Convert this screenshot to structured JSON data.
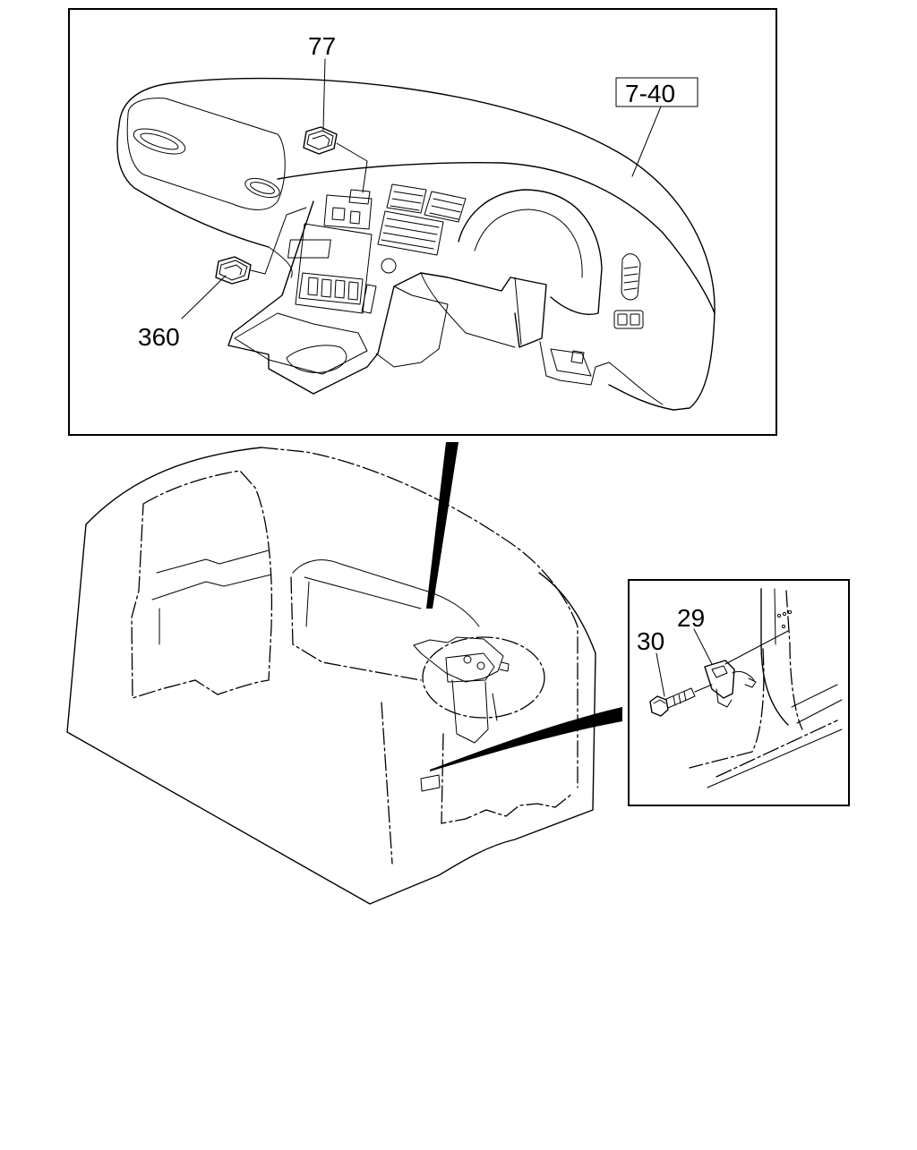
{
  "callouts": {
    "part_77": "77",
    "part_360": "360",
    "ref_7_40": "7-40",
    "part_29": "29",
    "part_30": "30"
  }
}
